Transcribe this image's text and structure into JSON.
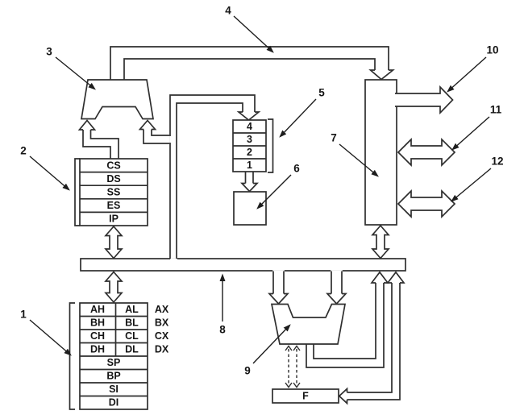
{
  "diagram": {
    "colors": {
      "line": "#2e2e2e",
      "text": "#141414",
      "background": "#ffffff"
    },
    "callouts": [
      "1",
      "2",
      "3",
      "4",
      "5",
      "6",
      "7",
      "8",
      "9",
      "10",
      "11",
      "12"
    ],
    "segment_registers": [
      "CS",
      "DS",
      "SS",
      "ES",
      "IP"
    ],
    "general_register_pairs": [
      {
        "high": "AH",
        "low": "AL",
        "word": "AX"
      },
      {
        "high": "BH",
        "low": "BL",
        "word": "BX"
      },
      {
        "high": "CH",
        "low": "CL",
        "word": "CX"
      },
      {
        "high": "DH",
        "low": "DL",
        "word": "DX"
      }
    ],
    "pointer_index_registers": [
      "SP",
      "BP",
      "SI",
      "DI"
    ],
    "queue_cells": [
      "4",
      "3",
      "2",
      "1"
    ],
    "flag_register_label": "F"
  }
}
